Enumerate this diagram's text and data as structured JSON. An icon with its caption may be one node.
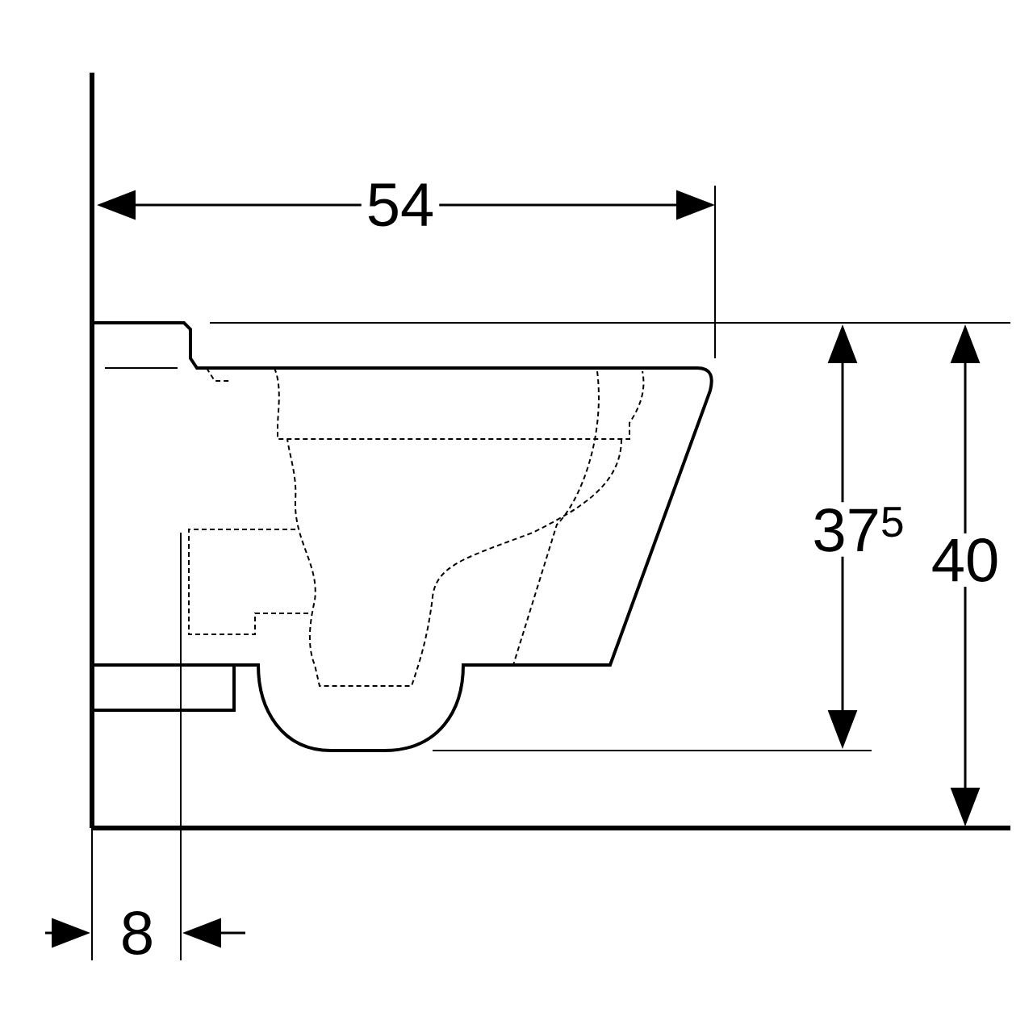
{
  "diagram": {
    "labels": [
      "54",
      "37$^{5}$",
      "40",
      "8"
    ]
  }
}
